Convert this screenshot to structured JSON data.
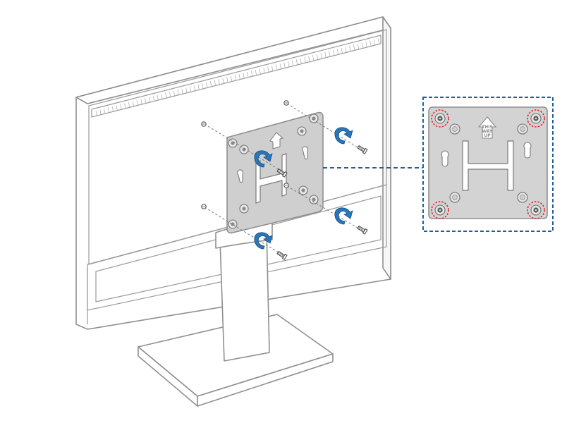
{
  "badge": {
    "line1": "THIS",
    "line2": "WAY",
    "line3": "UP"
  },
  "colors": {
    "outline": "#8f8f8f",
    "plate_fill": "#cfcfcf",
    "arrow": "#2b76b9",
    "callout_border": "#1f5f9e",
    "highlight_ring": "#e0252b"
  },
  "icons": [
    "monitor-outline",
    "vesa-mount-plate",
    "screw-icon",
    "rotate-arrow-icon",
    "this-way-up-arrow-icon"
  ]
}
